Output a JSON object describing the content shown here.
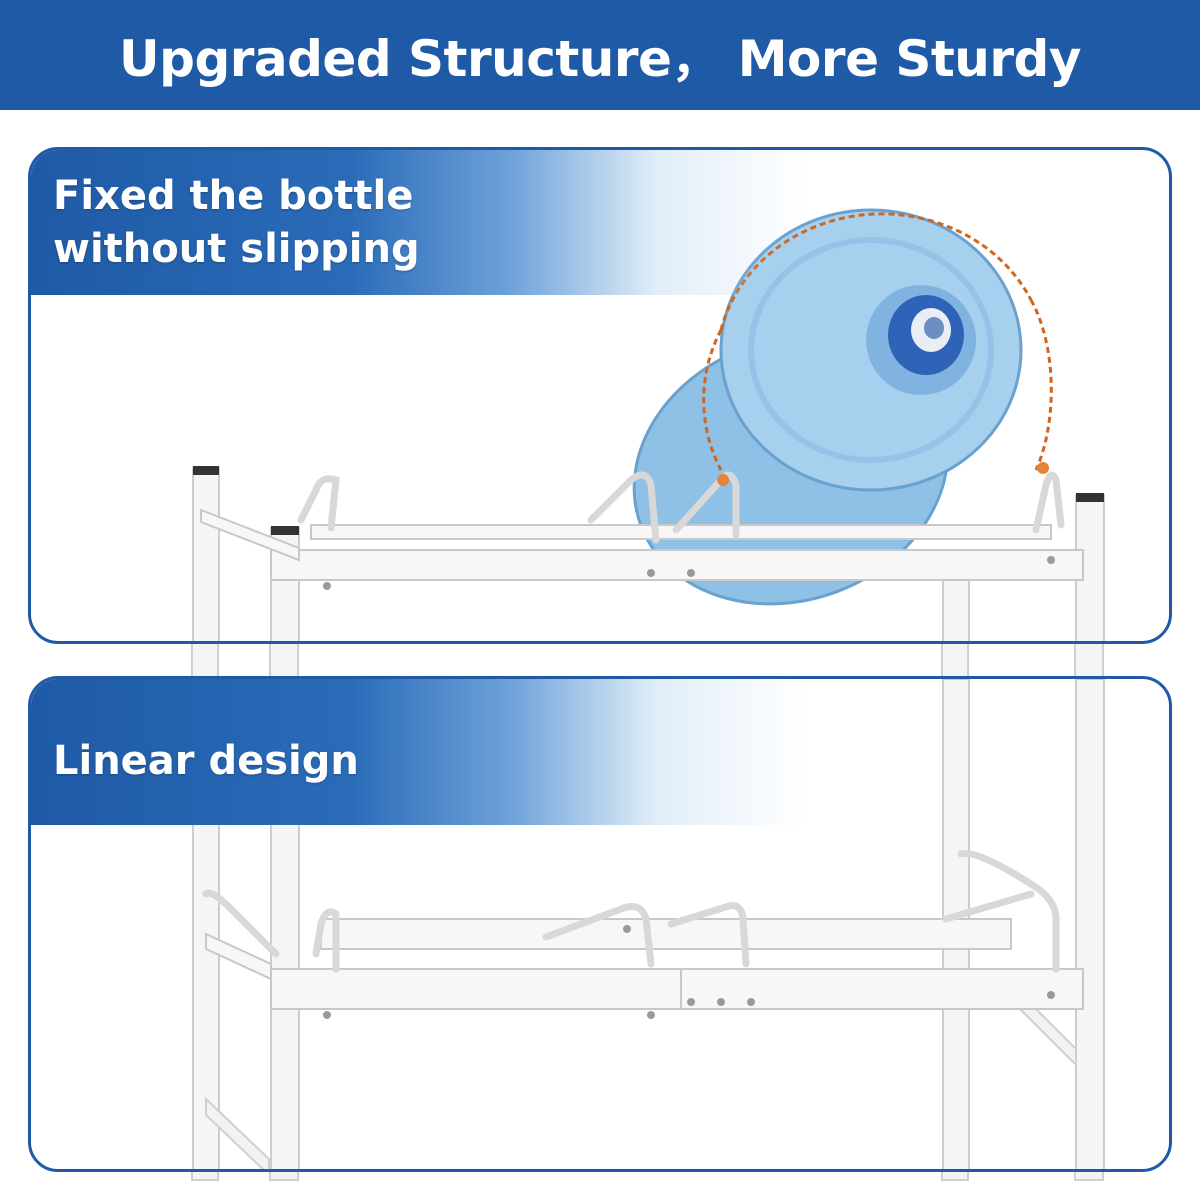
{
  "header": {
    "title": "Upgraded Structure， More Sturdy"
  },
  "panels": [
    {
      "caption_lines": [
        "Fixed the bottle",
        "without slipping"
      ]
    },
    {
      "caption_lines": [
        "Linear design"
      ]
    }
  ],
  "colors": {
    "brand_blue": "#1f5aa6",
    "bottle_blue": "#7fb4de",
    "cap_blue": "#2f63b8",
    "accent_orange": "#e8833a",
    "rack_white": "#f2f2f2"
  }
}
